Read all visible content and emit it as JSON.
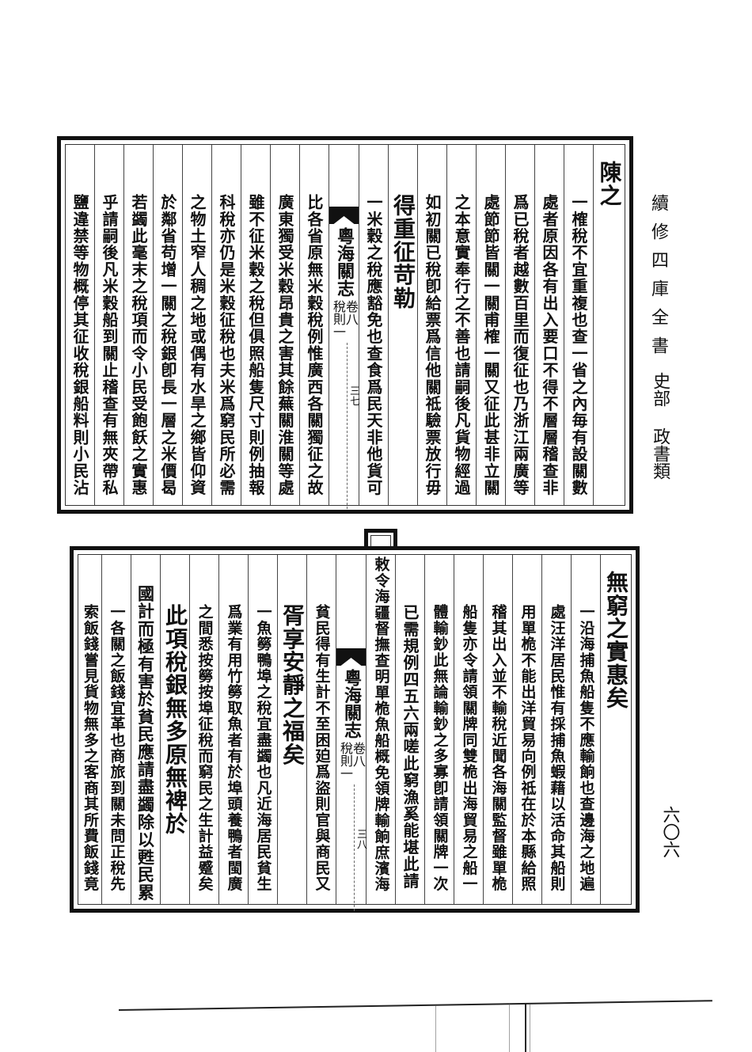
{
  "margin": {
    "series_title": "續修四庫全書",
    "section": "史部",
    "category": "政書類",
    "page_number": "六〇六"
  },
  "top_panel": {
    "fold": {
      "book_title": "粵海關志",
      "volume": "卷八",
      "chapter": "稅則一",
      "leaf": "三七"
    },
    "right_columns": [
      {
        "text": "陳之",
        "type": "heading"
      },
      {
        "text": "一榷稅不宜重複也查一省之內毎有設關數",
        "type": "body"
      },
      {
        "text": "處者原因各有出入要口不得不層層稽查非",
        "type": "body"
      },
      {
        "text": "爲已稅者越數百里而復征也乃浙江兩廣等",
        "type": "body"
      },
      {
        "text": "處節節皆關一關甫榷一關又征此甚非立關",
        "type": "body"
      },
      {
        "text": "之本意實奉行之不善也請嗣後凡貨物經過",
        "type": "body"
      },
      {
        "text": "如初關已稅卽給票爲信他關祗驗票放行毋",
        "type": "body"
      },
      {
        "text": "得重征苛勒",
        "type": "body"
      },
      {
        "text": "一米穀之稅應豁免也查食爲民天非他貨可",
        "type": "body"
      }
    ],
    "left_columns": [
      {
        "text": "比各省原無米穀稅例惟廣西各關獨征之故",
        "type": "body"
      },
      {
        "text": "廣東獨受米穀昂貴之害其餘蕪關淮關等處",
        "type": "body"
      },
      {
        "text": "雖不征米穀之稅但俱照船隻尺寸則例抽報",
        "type": "body"
      },
      {
        "text": "科稅亦仍是米穀征稅也夫米爲窮民所必需",
        "type": "body"
      },
      {
        "text": "之物土窄人稠之地或偶有水旱之鄉皆仰資",
        "type": "body"
      },
      {
        "text": "於鄰省苟增一關之稅銀卽長一層之米價曷",
        "type": "body"
      },
      {
        "text": "若蠲此毫末之稅項而令小民受飽飫之實惠",
        "type": "body"
      },
      {
        "text": "乎請嗣後凡米穀船到關止稽查有無夾帶私",
        "type": "body"
      },
      {
        "text": "鹽違禁等物概停其征收稅銀船料則小民沾",
        "type": "body"
      }
    ]
  },
  "bottom_panel": {
    "tab_label": "敕",
    "fold": {
      "book_title": "粵海關志",
      "volume": "卷八",
      "chapter": "稅則一",
      "leaf": "三八"
    },
    "right_columns": [
      {
        "text": "無窮之實惠矣",
        "type": "heading"
      },
      {
        "text": "一沿海捕魚船隻不應輸餉也查邊海之地遍",
        "type": "body"
      },
      {
        "text": "處汪洋居民惟有採捕魚蝦藉以活命其船則",
        "type": "body"
      },
      {
        "text": "用單桅不能出洋貿易向例祗在於本縣給照",
        "type": "body"
      },
      {
        "text": "稽其出入並不輸稅近聞各海關監督雖單桅",
        "type": "body"
      },
      {
        "text": "船隻亦令請領關牌同雙桅出海貿易之船一",
        "type": "body"
      },
      {
        "text": "體輸鈔此無論輸鈔之多寡卽請領關牌一次",
        "type": "body"
      },
      {
        "text": "已需規例四五六兩嗟此窮漁奚能堪此請",
        "type": "body"
      },
      {
        "text": "敕令海疆督撫查明單桅魚船概免領牌輸餉庶濱海",
        "type": "raised"
      }
    ],
    "left_columns": [
      {
        "text": "貧民得有生計不至困廹爲盜則官與商民又",
        "type": "body"
      },
      {
        "text": "胥享安靜之福矣",
        "type": "body"
      },
      {
        "text": "一魚簩鴨埠之稅宜盡蠲也凡近海居民貧生",
        "type": "body"
      },
      {
        "text": "爲業有用竹簩取魚者有於埠頭養鴨者閩廣",
        "type": "body"
      },
      {
        "text": "之間悉按簩按埠征稅而窮民之生計益蹙矣",
        "type": "body"
      },
      {
        "text": "此項稅銀無多原無裨於",
        "type": "body"
      },
      {
        "text": "國計而極有害於貧民應請盡蠲除以甦民累",
        "type": "raised"
      },
      {
        "text": "一各關之飯錢宜革也商旅到關未問正稅先",
        "type": "body"
      },
      {
        "text": "索飯錢嘗見貨物無多之客商其所費飯錢竟",
        "type": "body"
      }
    ]
  }
}
